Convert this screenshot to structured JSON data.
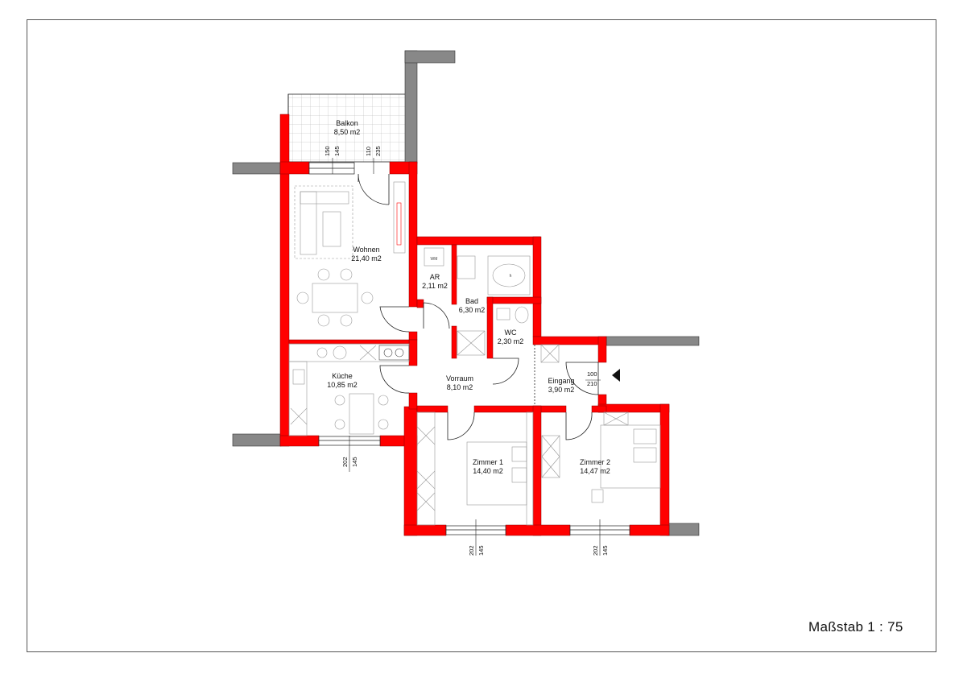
{
  "drawing": {
    "scale_label": "Maßstab 1 : 75",
    "wall_color": "#ff0000",
    "existing_wall_color": "#888888"
  },
  "rooms": {
    "balkon": {
      "name": "Balkon",
      "area": "8,50 m2"
    },
    "wohnen": {
      "name": "Wohnen",
      "area": "21,40 m2"
    },
    "ar": {
      "name": "AR",
      "area": "2,11 m2"
    },
    "bad": {
      "name": "Bad",
      "area": "6,30 m2"
    },
    "wc": {
      "name": "WC",
      "area": "2,30 m2"
    },
    "kueche": {
      "name": "Küche",
      "area": "10,85 m2"
    },
    "vorraum": {
      "name": "Vorraum",
      "area": "8,10 m2"
    },
    "eingang": {
      "name": "Eingang",
      "area": "3,90 m2"
    },
    "zimmer1": {
      "name": "Zimmer 1",
      "area": "14,40 m2"
    },
    "zimmer2": {
      "name": "Zimmer 2",
      "area": "14,47 m2"
    }
  },
  "fixtures": {
    "wm_label": "WM",
    "h_label": "h"
  },
  "dimensions": {
    "balkon_window_a": "150",
    "balkon_window_b": "145",
    "balkon_door_a": "110",
    "balkon_door_b": "235",
    "kueche_window_a": "202",
    "kueche_window_b": "145",
    "zimmer1_window_a": "202",
    "zimmer1_window_b": "145",
    "zimmer2_window_a": "202",
    "zimmer2_window_b": "145",
    "entry_door_a": "100",
    "entry_door_b": "210"
  }
}
